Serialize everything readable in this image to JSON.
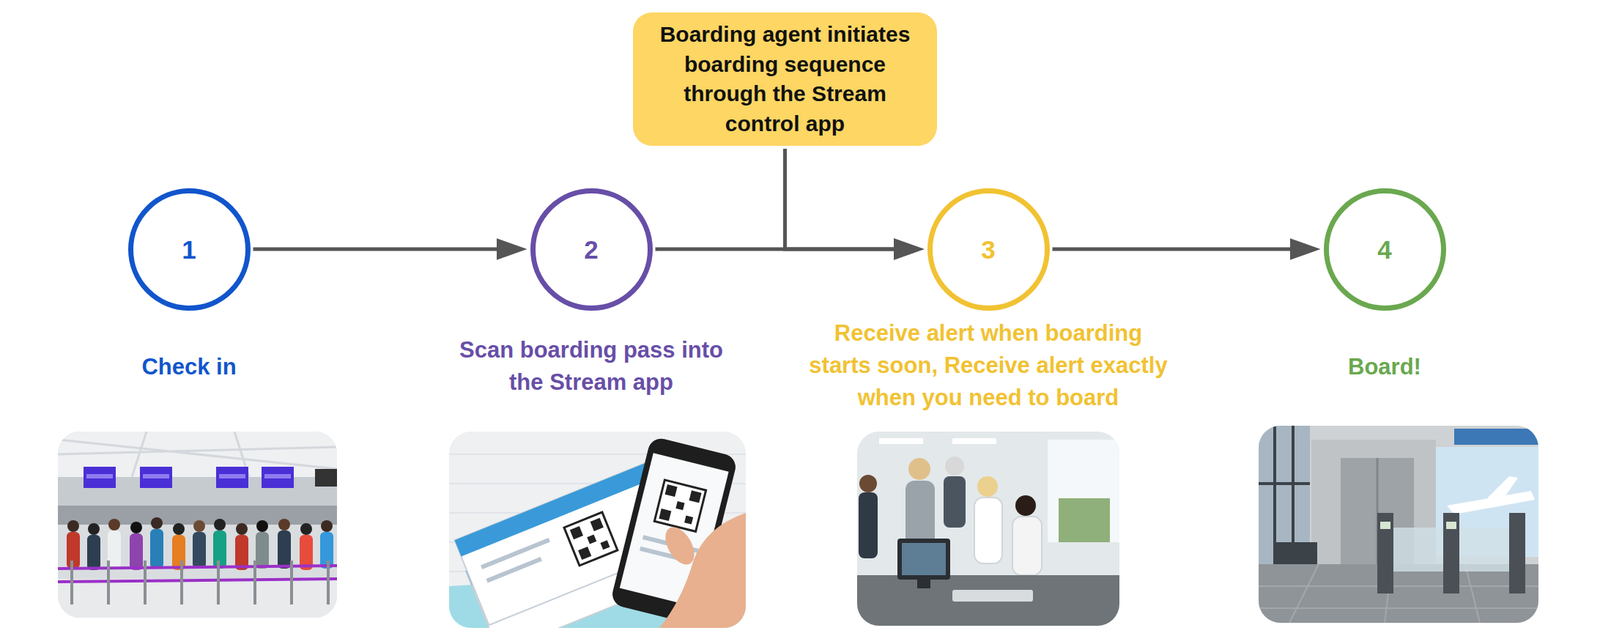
{
  "diagram": {
    "nodes": [
      {
        "text": [
          "1",
          "Check in"
        ]
      },
      {
        "text": [
          "2",
          "Scan boarding pass into the Stream app"
        ]
      },
      {
        "text": [
          "Boarding agent initiates boarding sequence through the Stream control app"
        ]
      },
      {
        "text": [
          "3",
          "Receive alert when boarding starts soon, Receive alert exactly when you need to board"
        ]
      },
      {
        "text": [
          "4",
          "Board!"
        ]
      }
    ],
    "edges": [
      {
        "from": 0,
        "to": 1,
        "arrow": "to"
      },
      {
        "from": 1,
        "to": 3,
        "arrow": "to"
      },
      {
        "from": 2,
        "to": 3,
        "arrow": "to"
      },
      {
        "from": 3,
        "to": 4,
        "arrow": "to"
      }
    ]
  }
}
